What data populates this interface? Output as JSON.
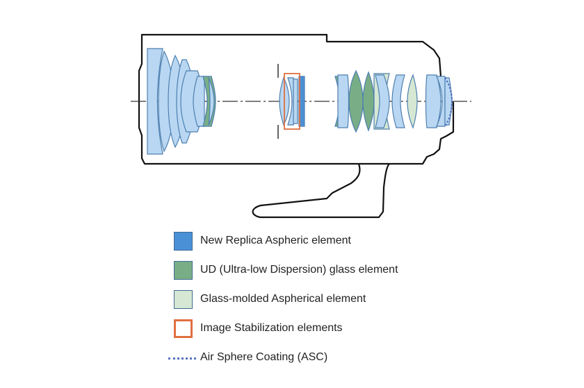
{
  "colors": {
    "outline": "#111111",
    "lens_fill": "#b9d7f2",
    "lens_stroke": "#4d7fb0",
    "replica_aspheric": "#4a90d6",
    "ud_glass": "#79ad86",
    "glass_molded_aspherical": "#d6e8d3",
    "image_stabilization": "#e07040",
    "air_sphere_coating": "#5572c0"
  },
  "legend": [
    {
      "label": "New Replica Aspheric element",
      "swatch": "replica_aspheric",
      "style": "filled"
    },
    {
      "label": "UD (Ultra-low Dispersion) glass element",
      "swatch": "ud_glass",
      "style": "filled"
    },
    {
      "label": "Glass-molded Aspherical element",
      "swatch": "glass_molded_aspherical",
      "style": "filled"
    },
    {
      "label": "Image Stabilization elements",
      "swatch": "image_stabilization",
      "style": "outline"
    },
    {
      "label": "Air Sphere Coating (ASC)",
      "swatch": "air_sphere_coating",
      "style": "dashed"
    }
  ]
}
